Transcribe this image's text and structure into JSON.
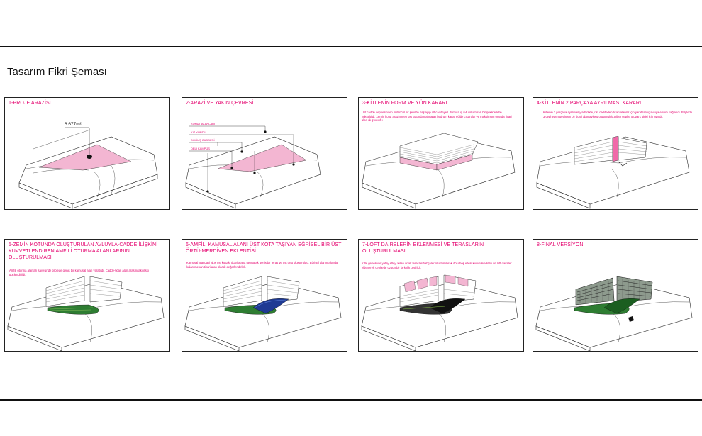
{
  "page": {
    "title": "Tasarım Fikri Şeması"
  },
  "panels": [
    {
      "title": "1-PROJE ARAZİSİ",
      "annotation": "6.677m²"
    },
    {
      "title": "2-ARAZİ VE YAKIN ÇEVRESİ",
      "labels": [
        "KONUT ALANLARI",
        "KIZ YURDU",
        "DOĞUŞ CADDESİ",
        "DELİ KAMPÜS"
      ]
    },
    {
      "title": "3-KİTLENİN FORM VE YÖN KARARI",
      "description": "Üst cadde cephesinden bütüncül bir şekilde başlayıp alt caddeye L formda iç avlu oluşturan bir şekilde kitle yükseltildi. Zemin kotu, arazinin en üst kotundan alınarak bodrum katlar eğiğe çıkartıldı ve maksimum oranda ticari alan oluşturuldu."
    },
    {
      "title": "4-KİTLENİN 2 PARÇAYA AYRILMASI KARARI",
      "description": "Kitlenin 2 parçaya ayrılmasıyla birlikte, üst caddeden ticari alanlar için yaratılan iç avluya erişim sağlandı. Böylede 3 cepheden geçirgen bir ticari alan avlusu oluşturuldu.Diğer cephe otopark girişi için ayrıldı."
    },
    {
      "title": "5-ZEMİN KOTUNDA OLUŞTURULAN AVLUYLA-CADDE İLİŞKİNİ KUVVETLENDİREN AMFİLİ OTURMA ALANLARININ OLUŞTURULMASI",
      "description": "Amfili oturma alanları sayesinde projede geniş bir kamusal alan yaratıldı. Cadde-ticari alan arasındaki ilişki güçlendirildi."
    },
    {
      "title": "6-AMFİLİ KAMUSAL ALANI ÜST KOTA TAŞIYAN EĞRİSEL BİR ÜST ÖRTÜ-MERDİVEN EKLENTİSİ",
      "description": "Kamusal alandaki akış üst kottaki ticari alana taşınarak geniş bir teras ve üst örtü oluşturuldu. Eğrisel alanın altında kalan mekan ticari alan olarak değerlendirildi."
    },
    {
      "title": "7-LOFT DAİRELERİN EKLENMESİ VE TERASLARIN OLUŞTURULMASI",
      "description": "Kitle genelinde yatay etkiyi kıran ortak teraslar/bahçeler oluşturularak dolu boş etkisi kuvvetlendirildi ve loft daireler eklenerek cephede özgün bir farklılık getirildi."
    },
    {
      "title": "8-FİNAL VERSİYON"
    }
  ]
}
